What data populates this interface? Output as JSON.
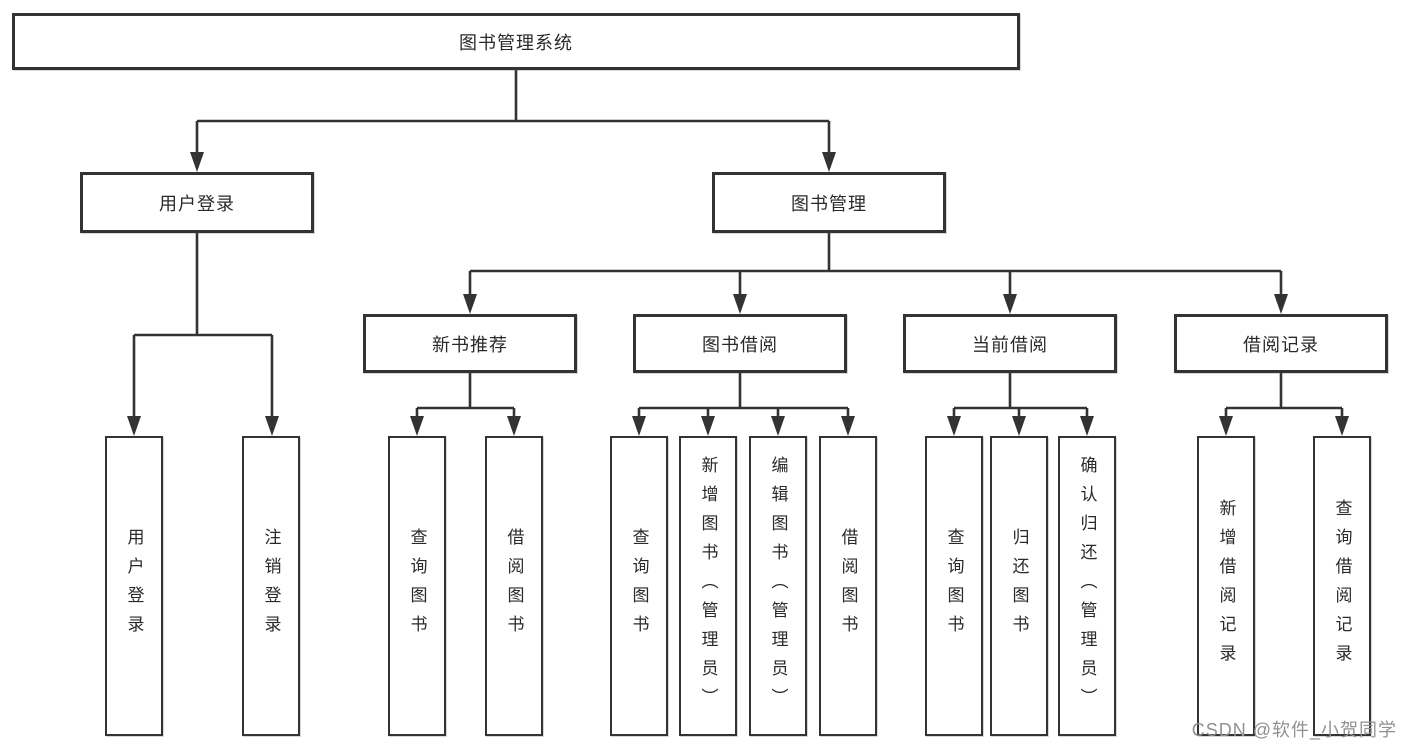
{
  "tree": {
    "root": {
      "label": "图书管理系统",
      "children": [
        {
          "label": "用户登录",
          "children": [
            {
              "label": "用户登录"
            },
            {
              "label": "注销登录"
            }
          ]
        },
        {
          "label": "图书管理",
          "children": [
            {
              "label": "新书推荐",
              "children": [
                {
                  "label": "查询图书"
                },
                {
                  "label": "借阅图书"
                }
              ]
            },
            {
              "label": "图书借阅",
              "children": [
                {
                  "label": "查询图书"
                },
                {
                  "label": "新增图书（管理员）"
                },
                {
                  "label": "编辑图书（管理员）"
                },
                {
                  "label": "借阅图书"
                }
              ]
            },
            {
              "label": "当前借阅",
              "children": [
                {
                  "label": "查询图书"
                },
                {
                  "label": "归还图书"
                },
                {
                  "label": "确认归还（管理员）"
                }
              ]
            },
            {
              "label": "借阅记录",
              "children": [
                {
                  "label": "新增借阅记录"
                },
                {
                  "label": "查询借阅记录"
                }
              ]
            }
          ]
        }
      ]
    }
  },
  "watermark": {
    "text": "CSDN @软件_小贺同学"
  },
  "colors": {
    "background": "#ffffff",
    "line": "#333333",
    "box_border": "#333333",
    "text": "#2a2a2a",
    "watermark": "#919191"
  }
}
